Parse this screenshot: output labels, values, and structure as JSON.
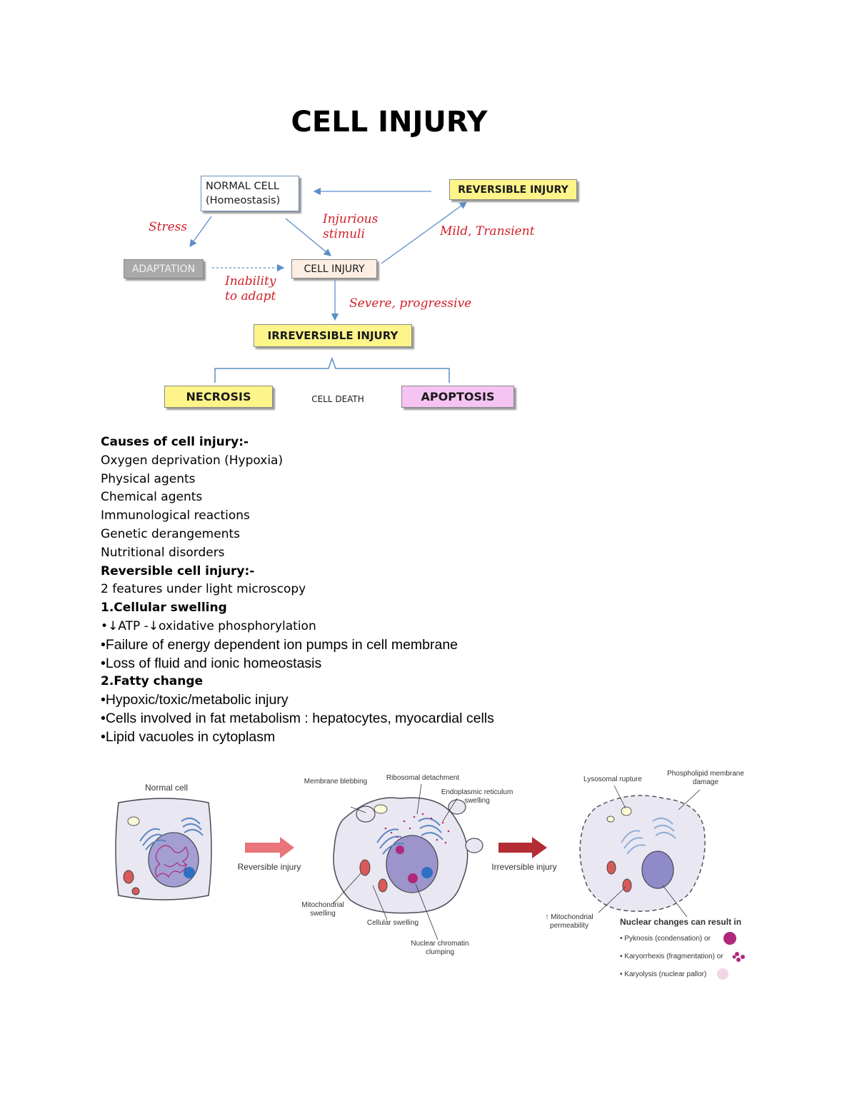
{
  "title": "CELL INJURY",
  "flowchart": {
    "normal_cell": "NORMAL CELL",
    "homeostasis": "(Homeostasis)",
    "reversible_injury": "REVERSIBLE INJURY",
    "adaptation": "ADAPTATION",
    "cell_injury": "CELL INJURY",
    "irreversible_injury": "IRREVERSIBLE INJURY",
    "necrosis": "NECROSIS",
    "cell_death": "CELL DEATH",
    "apoptosis": "APOPTOSIS",
    "stress": "Stress",
    "injurious_1": "Injurious",
    "injurious_2": "stimuli",
    "mild_transient": "Mild, Transient",
    "inability_1": "Inability",
    "inability_2": "to adapt",
    "severe_progressive": "Severe, progressive"
  },
  "notes": {
    "causes_heading": "Causes of cell injury:-",
    "causes": [
      "Oxygen deprivation (Hypoxia)",
      "Physical agents",
      "Chemical agents",
      "Immunological reactions",
      "Genetic derangements",
      "Nutritional disorders"
    ],
    "reversible_heading": "Reversible cell injury:-",
    "features_intro": "2 features under light microscopy",
    "swelling_heading": "1.Cellular swelling",
    "swelling_points": [
      "•↓ATP -↓oxidative phosphorylation",
      "•Failure of energy dependent ion pumps in cell membrane",
      "•Loss of fluid and ionic homeostasis"
    ],
    "fatty_heading": "2.Fatty change",
    "fatty_points": [
      "•Hypoxic/toxic/metabolic injury",
      "•Cells involved in fat metabolism : hepatocytes, myocardial cells",
      "•Lipid vacuoles in cytoplasm"
    ]
  },
  "cell_figure": {
    "normal_cell": "Normal cell",
    "reversible_injury": "Reversible injury",
    "irreversible_injury": "Irreversible injury",
    "membrane_blebbing": "Membrane blebbing",
    "ribosomal_detachment": "Ribosomal detachment",
    "er_swelling_1": "Endoplasmic reticulum",
    "er_swelling_2": "swelling",
    "mito_swelling_1": "Mitochondrial",
    "mito_swelling_2": "swelling",
    "cellular_swelling": "Cellular swelling",
    "nuclear_chromatin_1": "Nuclear chromatin",
    "nuclear_chromatin_2": "clumping",
    "lysosomal_rupture": "Lysosomal rupture",
    "phospholipid_1": "Phospholipid membrane",
    "phospholipid_2": "damage",
    "mito_perm_1": "↑ Mitochondrial",
    "mito_perm_2": "permeability",
    "nuclear_changes": "Nuclear changes can result in",
    "pyknosis": "• Pyknosis (condensation) or",
    "karyorrhexis": "• Karyorrhexis (fragmentation) or",
    "karyolysis": "• Karyolysis (nuclear pallor)"
  },
  "colors": {
    "yellow_box": "#fdf58a",
    "pink_box": "#f5c4f2",
    "peach_box": "#fdeee4",
    "adaptation_box": "#a9a9a9",
    "red_label": "#d0202a",
    "arrow_blue": "#5b8dc9",
    "cell_lavender": "#e9e7f2",
    "nucleus_purple": "#9b95cc"
  }
}
